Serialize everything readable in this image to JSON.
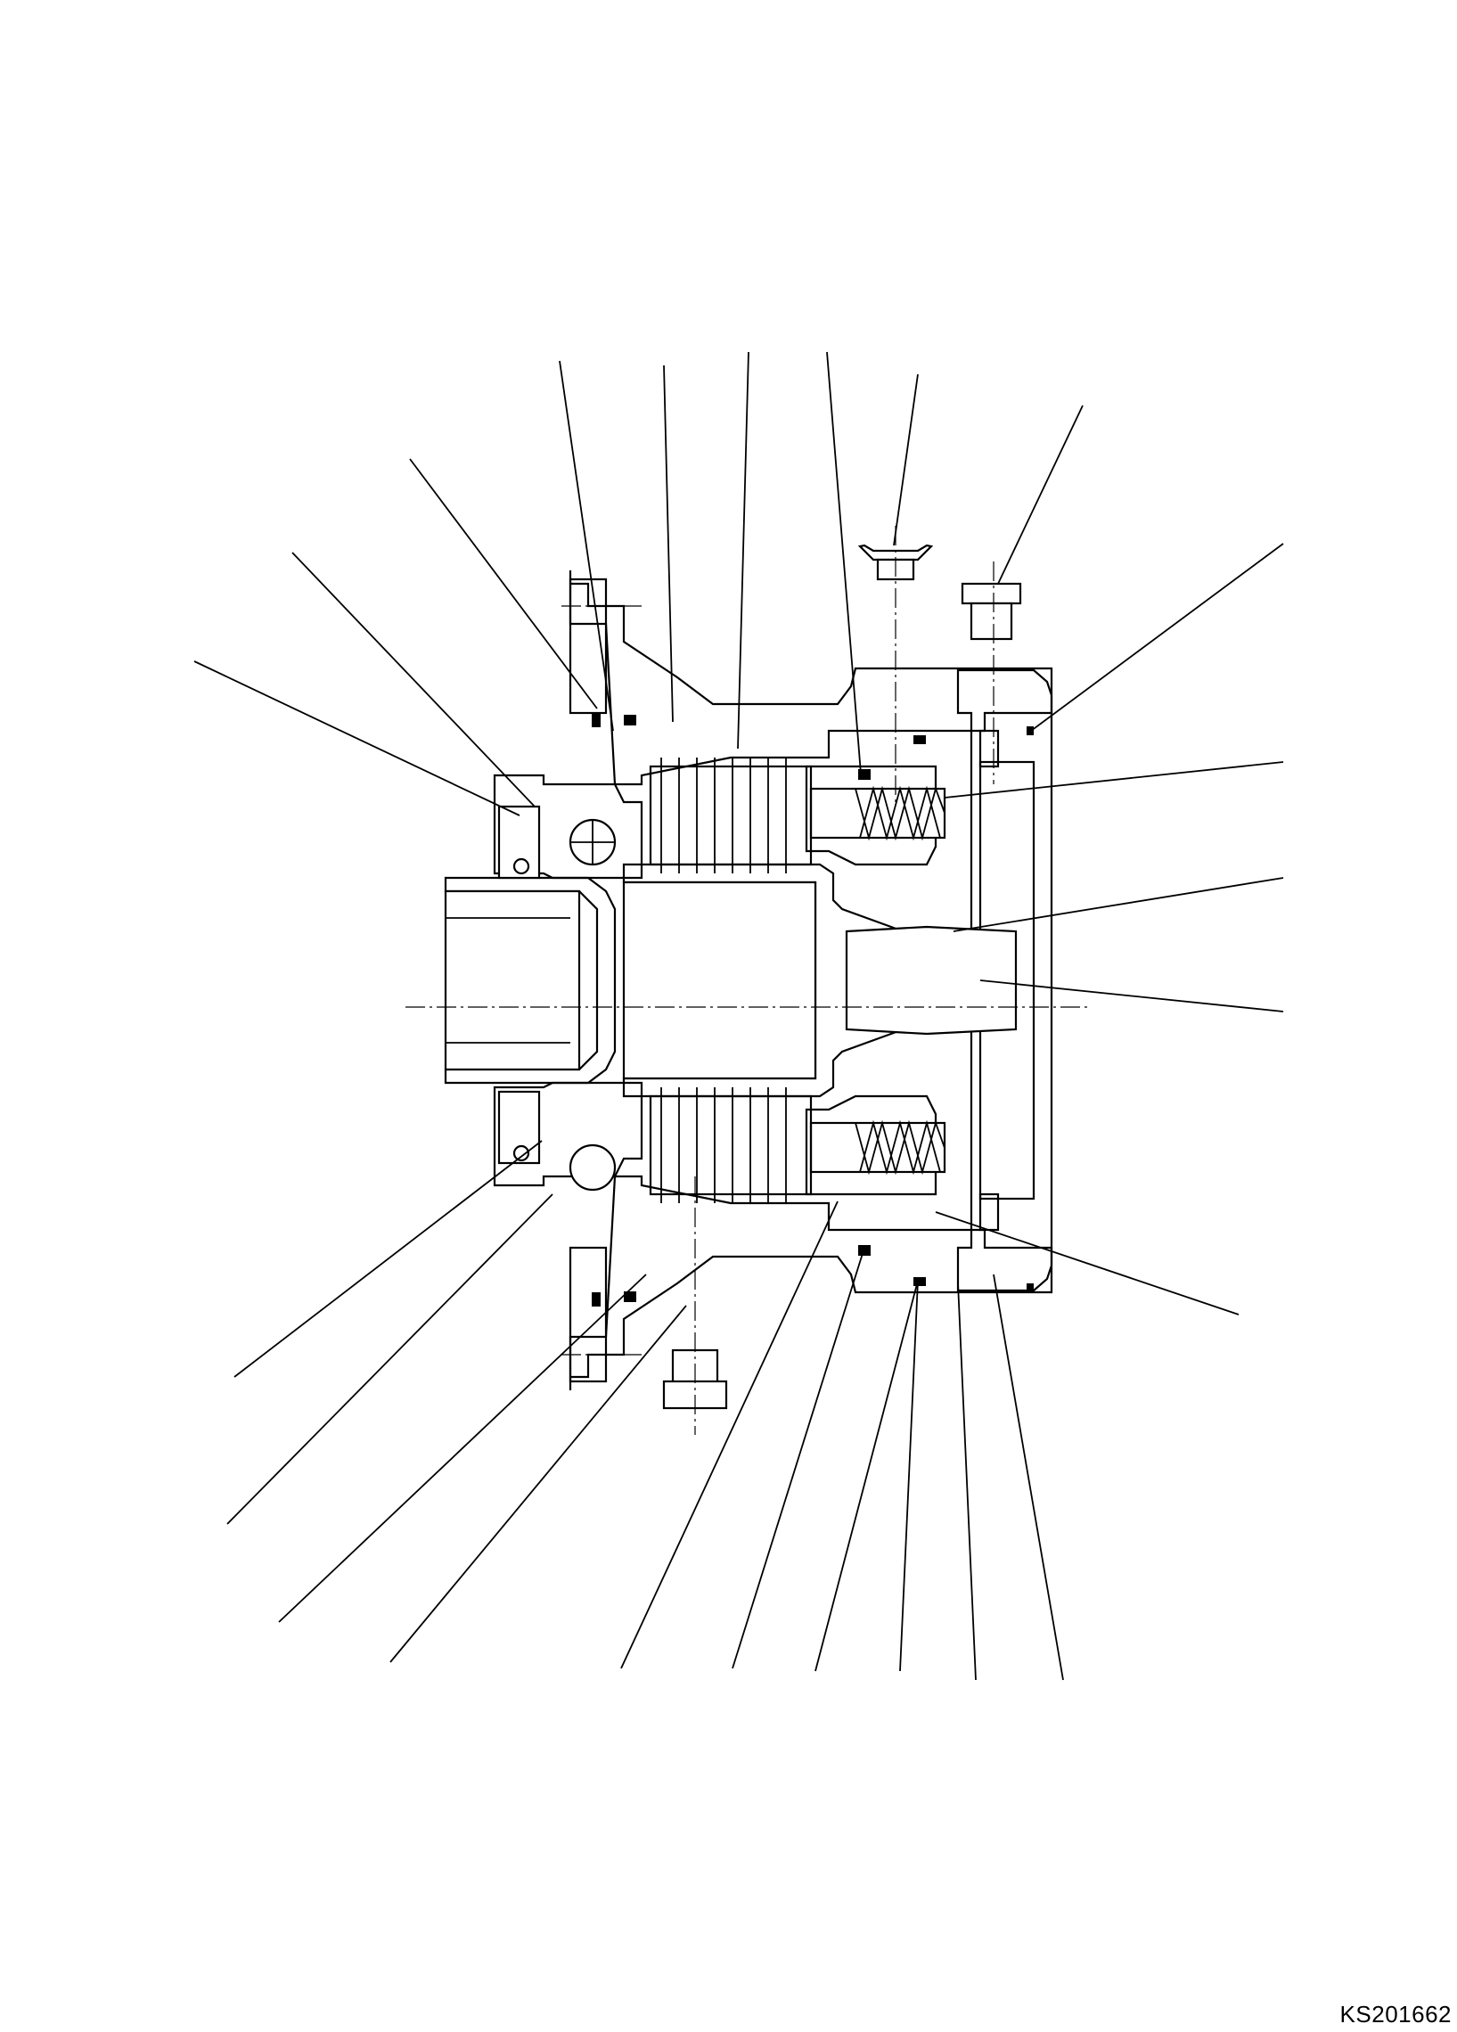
{
  "drawing": {
    "reference_code": "KS201662",
    "subject": "brake-assembly-cross-section",
    "leader_count": 24
  }
}
